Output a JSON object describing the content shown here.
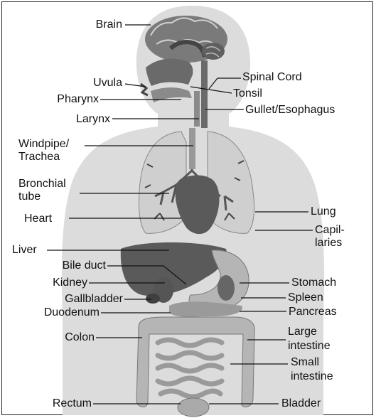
{
  "colors": {
    "silhouette": "#dcdcdc",
    "organ_dark": "#5a5a5a",
    "organ_mid": "#7d7d7d",
    "organ_light": "#b5b5b5",
    "line": "#111111"
  },
  "labels": {
    "brain": "Brain",
    "uvula": "Uvula",
    "pharynx": "Pharynx",
    "larynx": "Larynx",
    "windpipe_1": "Windpipe/",
    "windpipe_2": "Trachea",
    "bronchial_1": "Bronchial",
    "bronchial_2": "tube",
    "heart": "Heart",
    "liver": "Liver",
    "bile_duct": "Bile duct",
    "kidney": "Kidney",
    "gallbladder": "Gallbladder",
    "duodenum": "Duodenum",
    "colon": "Colon",
    "rectum": "Rectum",
    "spinal_cord": "Spinal Cord",
    "tonsil": "Tonsil",
    "gullet": "Gullet/Esophagus",
    "lung": "Lung",
    "capillaries_1": "Capil-",
    "capillaries_2": "laries",
    "stomach": "Stomach",
    "spleen": "Spleen",
    "pancreas": "Pancreas",
    "large_1": "Large",
    "large_2": "intestine",
    "small_1": "Small",
    "small_2": "intestine",
    "bladder": "Bladder"
  }
}
